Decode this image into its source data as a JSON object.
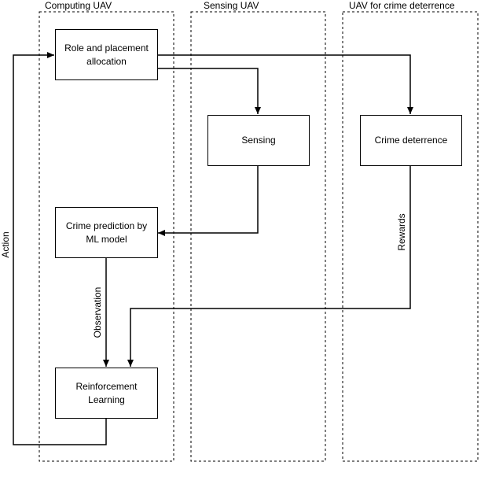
{
  "lanes": {
    "computing": "Computing UAV",
    "sensing": "Sensing UAV",
    "deterrence": "UAV for crime deterrence"
  },
  "nodes": {
    "role_allocation": "Role and placement allocation",
    "sensing": "Sensing",
    "crime_deterrence": "Crime deterrence",
    "crime_prediction": "Crime prediction by ML model",
    "reinforcement_learning": "Reinforcement Learning"
  },
  "edges": {
    "action": "Action",
    "observation": "Observation",
    "rewards": "Rewards"
  }
}
